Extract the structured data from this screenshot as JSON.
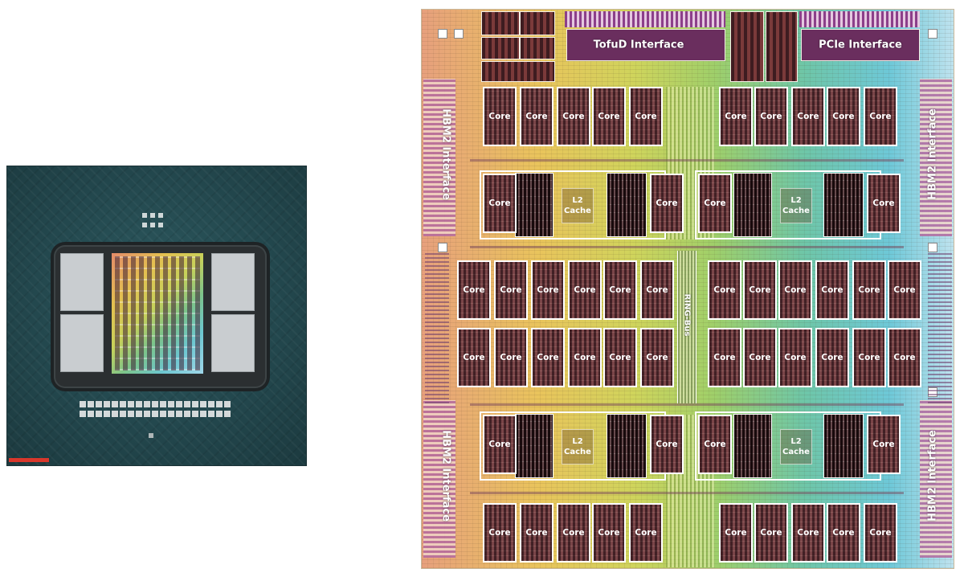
{
  "die_labels": {
    "tofud": "TofuD Interface",
    "pcie": "PCIe Interface",
    "hbm2": "HBM2 Interface",
    "ring_bus": "RING-Bus",
    "core": "Core",
    "l2_line1": "L2",
    "l2_line2": "Cache"
  },
  "colors": {
    "package_substrate": "#24494f",
    "core_border": "#ffffff",
    "core_fill": "#6b3a3f",
    "label_text": "#ffffff"
  }
}
